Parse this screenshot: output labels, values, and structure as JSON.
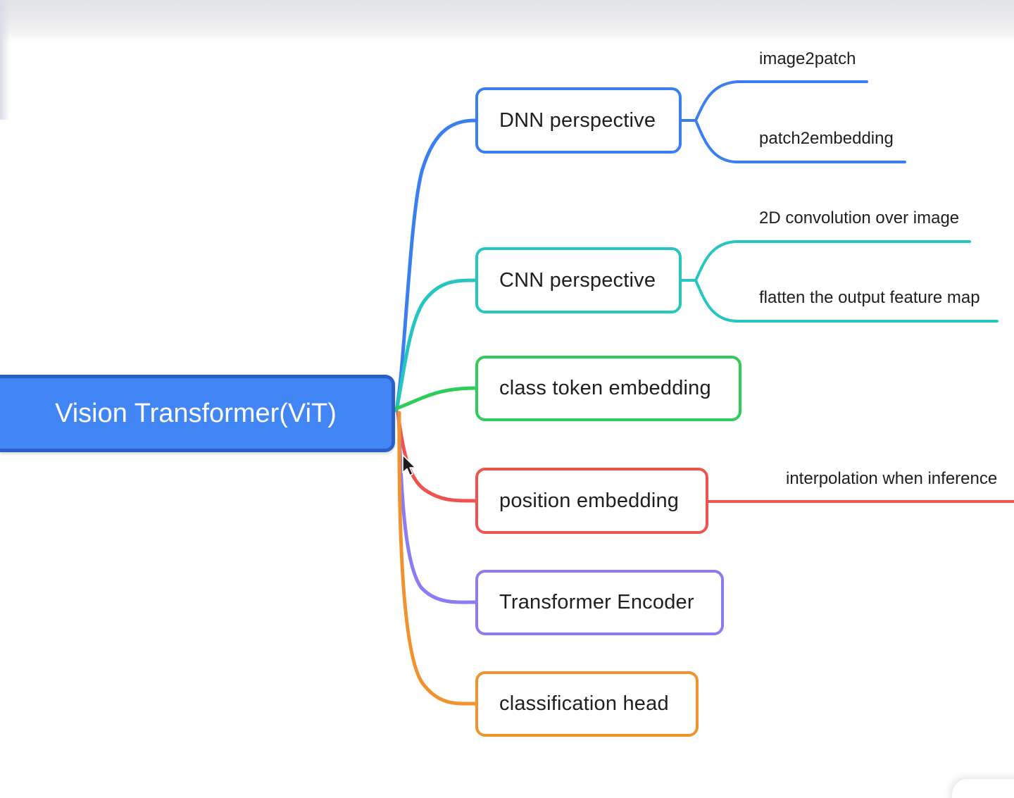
{
  "root": {
    "label": "Vision Transformer(ViT)",
    "color": "#4285f4",
    "border_color": "#2a5fc8",
    "text_color": "#ffffff"
  },
  "branches": [
    {
      "id": "dnn-perspective",
      "label": "DNN perspective",
      "color": "#3b7ef0",
      "children": [
        {
          "id": "image2patch",
          "label": "image2patch"
        },
        {
          "id": "patch2embedding",
          "label": "patch2embedding"
        }
      ]
    },
    {
      "id": "cnn-perspective",
      "label": "CNN perspective",
      "color": "#25c6c0",
      "children": [
        {
          "id": "2d-convolution-over-image",
          "label": "2D convolution over image"
        },
        {
          "id": "flatten-the-output-feature-map",
          "label": "flatten the output feature map"
        }
      ]
    },
    {
      "id": "class-token-embedding",
      "label": "class token embedding",
      "color": "#2ecc58",
      "children": []
    },
    {
      "id": "position-embedding",
      "label": "position embedding",
      "color": "#f0534f",
      "children": [
        {
          "id": "interpolation-when-inference",
          "label": "interpolation when inference"
        }
      ]
    },
    {
      "id": "transformer-encoder",
      "label": "Transformer Encoder",
      "color": "#8a7cf2",
      "children": []
    },
    {
      "id": "classification-head",
      "label": "classification head",
      "color": "#f2922e",
      "children": []
    }
  ],
  "cursor": {
    "name": "mouse-pointer"
  }
}
